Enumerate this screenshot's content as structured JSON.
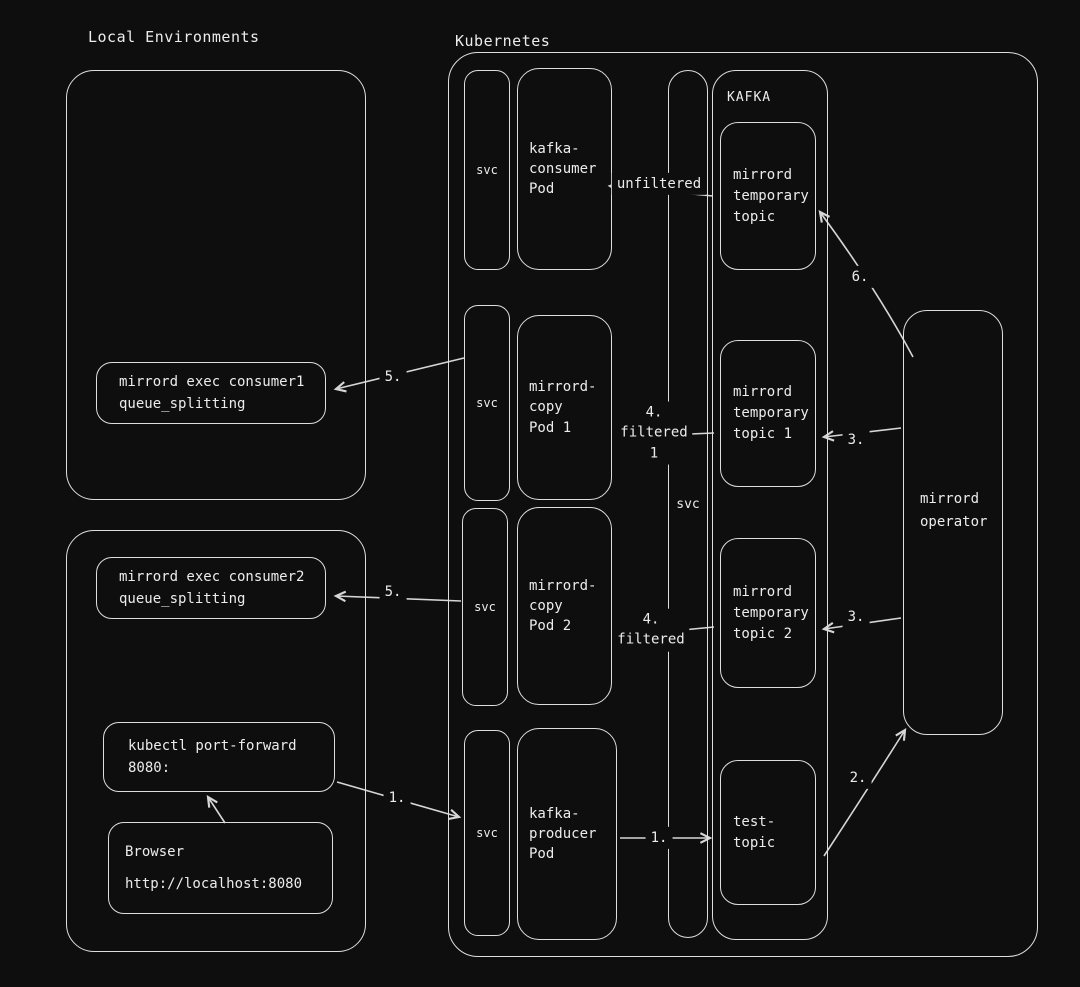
{
  "diagram": {
    "section_labels": {
      "local": "Local Environments",
      "kubernetes": "Kubernetes",
      "kafka": "KAFKA"
    },
    "local1": {
      "consumer1": "mirrord exec consumer1\nqueue_splitting"
    },
    "local2": {
      "consumer2": "mirrord exec consumer2\nqueue_splitting",
      "kubectl": "kubectl port-forward\n8080:",
      "browser_title": "Browser",
      "browser_url": "http://localhost:8080"
    },
    "k8s": {
      "svc": "svc",
      "pods": {
        "kafka_consumer": "kafka-\nconsumer\nPod",
        "mirrord_copy1": "mirrord-\ncopy\nPod 1",
        "mirrord_copy2": "mirrord-\ncopy\nPod 2",
        "kafka_producer": "kafka-\nproducer\nPod"
      },
      "topics": {
        "tmp": "mirrord\ntemporary\ntopic",
        "tmp1": "mirrord\ntemporary\ntopic 1",
        "tmp2": "mirrord\ntemporary\ntopic 2",
        "test": "test-topic"
      },
      "operator": "mirrord\noperator"
    },
    "arrows": {
      "unfiltered": "unfiltered",
      "step5a": "5.",
      "step5b": "5.",
      "filtered1": "4.\nfiltered\n1",
      "filtered2": "4.\nfiltered",
      "step1_local": "1.",
      "step1_kafka": "1.",
      "step2": "2.",
      "step3a": "3.",
      "step3b": "3.",
      "step6": "6."
    },
    "colors": {
      "background": "#0e0e0e",
      "stroke": "#dedede",
      "arrow": "#d6d6d6",
      "text": "#ececec"
    }
  }
}
